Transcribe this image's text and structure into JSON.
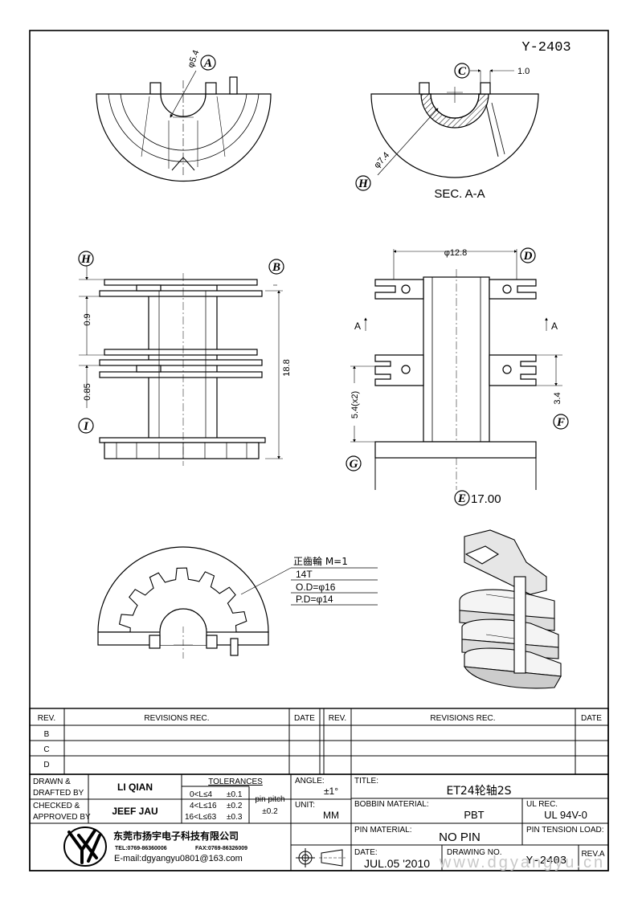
{
  "drawing_number_top": "Y-2403",
  "labels": {
    "A": "A",
    "B": "B",
    "C": "C",
    "D": "D",
    "E": "E",
    "F": "F",
    "G": "G",
    "H": "H",
    "I": "I"
  },
  "section_label": "SEC. A-A",
  "section_mark": "A",
  "dimensions": {
    "phi54": "φ5.4",
    "d10": "1.0",
    "phi74": "φ7.4",
    "phi128": "φ12.8",
    "d09": "0.9",
    "d085": "0.85",
    "d188": "18.8",
    "d54x2": "5.4(x2)",
    "d34": "3.4",
    "d1700": "17.00"
  },
  "gear_note": {
    "title": "正齒輪 M=1",
    "teeth": "14T",
    "od": "O.D=φ16",
    "pd": "P.D=φ14"
  },
  "revisions": {
    "header_rev": "REV.",
    "header_rec": "REVISIONS  REC.",
    "header_date": "DATE",
    "rows": [
      "B",
      "C",
      "D"
    ]
  },
  "title_block": {
    "drawn_label_1": "DRAWN &",
    "drawn_label_2": "DRAFTED BY",
    "drawn_name": "LI QIAN",
    "checked_label_1": "CHECKED &",
    "checked_label_2": "APPROVED BY",
    "checked_name": "JEEF JAU",
    "tolerances_title": "TOLERANCES",
    "tol_1_range": "0<L≤4",
    "tol_1_val": "±0.1",
    "tol_2_range": "4<L≤16",
    "tol_2_val": "±0.2",
    "tol_3_range": "16<L≤63",
    "tol_3_val": "±0.3",
    "pin_pitch_label": "pin pitch",
    "pin_pitch_val": "±0.2",
    "angle_label": "ANGLE:",
    "angle_val": "±1°",
    "unit_label": "UNIT:",
    "unit_val": "MM",
    "title_label": "TITLE:",
    "title_val": "ET24轮轴2S",
    "bobbin_label": "BOBBIN MATERIAL:",
    "bobbin_val": "PBT",
    "ul_label": "UL REC.",
    "ul_val": "UL 94V-0",
    "pin_label": "PIN MATERIAL:",
    "pin_val": "NO PIN",
    "tension_label": "PIN TENSION LOAD:",
    "date_label": "DATE:",
    "date_val": "JUL.05 '2010",
    "drawing_no_label": "DRAWING NO.",
    "drawing_no_val": "Y-2403",
    "rev_label": "REV.A",
    "company": "东莞市扬宇电子科技有限公司",
    "tel": "TEL:0769-86360006",
    "fax": "FAX:0769-86326009",
    "email": "E-mail:dgyangyu0801@163.com",
    "watermark": "www.dgyangyu.cn"
  }
}
